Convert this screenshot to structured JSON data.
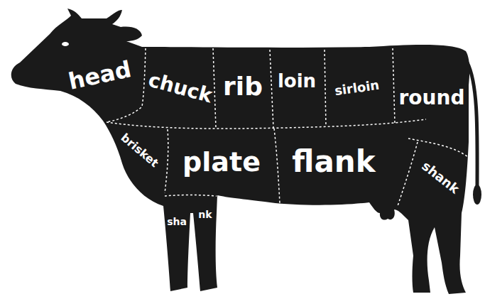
{
  "diagram": {
    "labels": [
      "head",
      "chuck",
      "rib",
      "loin",
      "sirloin",
      "round",
      "brisket",
      "plate",
      "flank",
      "shank",
      "sha",
      "nk"
    ]
  }
}
